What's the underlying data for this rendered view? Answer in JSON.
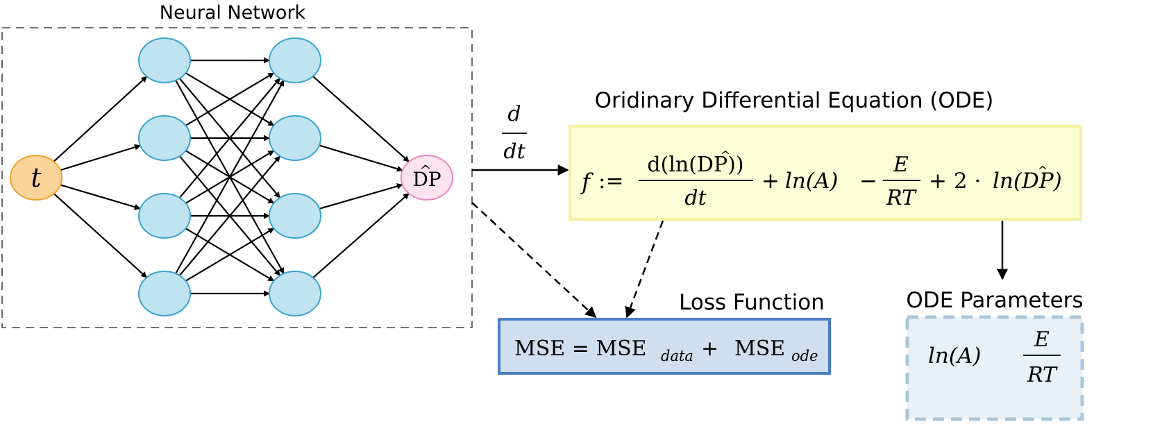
{
  "neural_network": {
    "title": "Neural Network",
    "input_label": "t",
    "output_label": "DP",
    "output_hat": "^",
    "layer_sizes": [
      1,
      4,
      4,
      1
    ]
  },
  "derivative": {
    "numerator": "d",
    "denominator": "dt"
  },
  "ode": {
    "title": "Oridinary Differential Equation (ODE)",
    "f": "f",
    "assign": ":=",
    "term1_num": "d(ln(DP))",
    "term1_den": "dt",
    "plus1": "+",
    "ln_a": "ln(A)",
    "minus": "−",
    "e": "E",
    "rt": "RT",
    "plus2": "+ 2 ·",
    "ln_dp": "ln(DP)"
  },
  "loss": {
    "title": "Loss Function",
    "mse": "MSE = MSE",
    "data_sub": "data",
    "plus": "+",
    "mse2": "MSE",
    "ode_sub": "ode"
  },
  "params": {
    "title": "ODE Parameters",
    "ln_a": "ln(A)",
    "e": "E",
    "rt": "RT"
  },
  "colors": {
    "input_node_fill": "#fbd49a",
    "input_node_stroke": "#f0a12c",
    "hidden_node_fill": "#bfe3f1",
    "hidden_node_stroke": "#3aa3cf",
    "output_node_fill": "#fde2ef",
    "output_node_stroke": "#ec86bd",
    "ode_box_fill": "#fefed6",
    "ode_box_stroke": "#f4f1a1",
    "loss_box_fill": "#cfdff0",
    "loss_box_stroke": "#4a7fc4",
    "params_box_fill": "#e9f1f7",
    "params_box_stroke": "#aac8dc"
  }
}
